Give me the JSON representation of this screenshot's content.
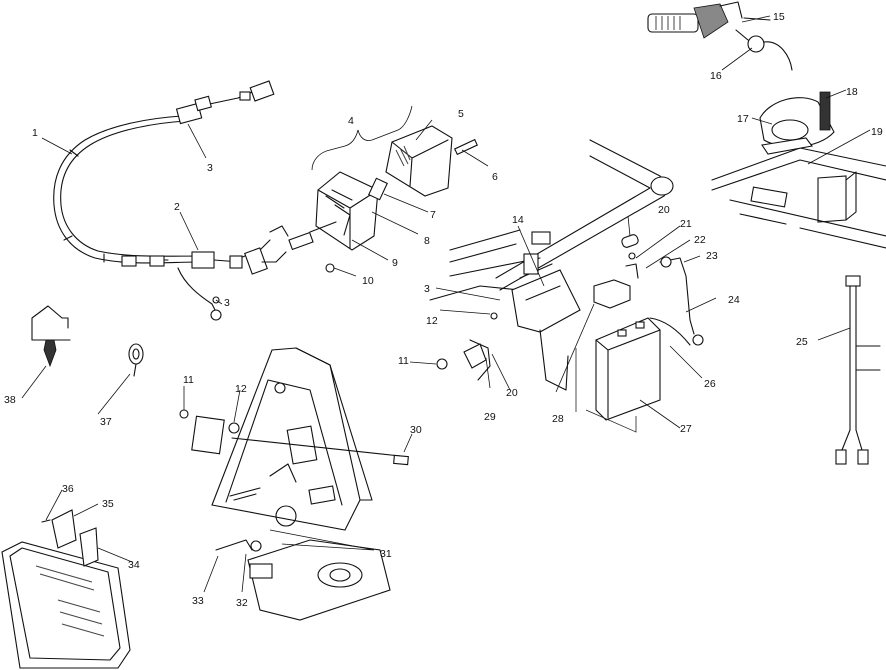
{
  "callouts": [
    {
      "id": "c1",
      "text": "1"
    },
    {
      "id": "c2",
      "text": "2"
    },
    {
      "id": "c3a",
      "text": "3"
    },
    {
      "id": "c3b",
      "text": "3"
    },
    {
      "id": "c3c",
      "text": "3"
    },
    {
      "id": "c4",
      "text": "4"
    },
    {
      "id": "c5",
      "text": "5"
    },
    {
      "id": "c6",
      "text": "6"
    },
    {
      "id": "c7",
      "text": "7"
    },
    {
      "id": "c8",
      "text": "8"
    },
    {
      "id": "c9",
      "text": "9"
    },
    {
      "id": "c10",
      "text": "10"
    },
    {
      "id": "c11a",
      "text": "11"
    },
    {
      "id": "c11b",
      "text": "11"
    },
    {
      "id": "c12a",
      "text": "12"
    },
    {
      "id": "c12b",
      "text": "12"
    },
    {
      "id": "c14",
      "text": "14"
    },
    {
      "id": "c15",
      "text": "15"
    },
    {
      "id": "c16",
      "text": "16"
    },
    {
      "id": "c17",
      "text": "17"
    },
    {
      "id": "c18",
      "text": "18"
    },
    {
      "id": "c19",
      "text": "19"
    },
    {
      "id": "c20a",
      "text": "20"
    },
    {
      "id": "c20b",
      "text": "20"
    },
    {
      "id": "c21",
      "text": "21"
    },
    {
      "id": "c22",
      "text": "22"
    },
    {
      "id": "c23",
      "text": "23"
    },
    {
      "id": "c24",
      "text": "24"
    },
    {
      "id": "c25",
      "text": "25"
    },
    {
      "id": "c26",
      "text": "26"
    },
    {
      "id": "c27",
      "text": "27"
    },
    {
      "id": "c28",
      "text": "28"
    },
    {
      "id": "c29",
      "text": "29"
    },
    {
      "id": "c30",
      "text": "30"
    },
    {
      "id": "c31",
      "text": "31"
    },
    {
      "id": "c32",
      "text": "32"
    },
    {
      "id": "c33",
      "text": "33"
    },
    {
      "id": "c34",
      "text": "34"
    },
    {
      "id": "c35",
      "text": "35"
    },
    {
      "id": "c36",
      "text": "36"
    },
    {
      "id": "c37",
      "text": "37"
    },
    {
      "id": "c38",
      "text": "38"
    }
  ]
}
